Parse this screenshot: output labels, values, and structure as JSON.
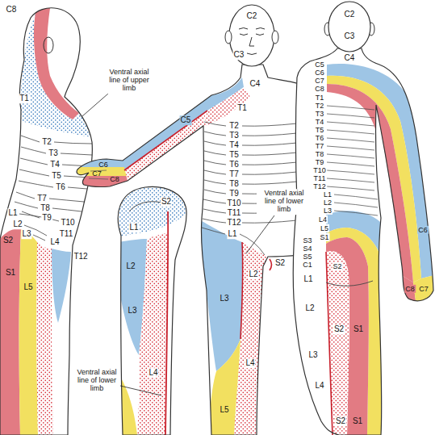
{
  "diagram": {
    "labels": [
      "C8",
      "T1",
      "T2",
      "T3",
      "T4",
      "T5",
      "T6",
      "T7",
      "T8",
      "T9",
      "T10",
      "T11",
      "L1",
      "L2",
      "L3",
      "L4",
      "T12",
      "S2",
      "S1",
      "L5",
      "C6",
      "C7",
      "C8",
      "Ventral axial line of upper limb",
      "L1",
      "S2",
      "L2",
      "L3",
      "L4",
      "Ventral axial line of lower limb",
      "C2",
      "C3",
      "C4",
      "C5",
      "T1",
      "T2",
      "T3",
      "T4",
      "T5",
      "T6",
      "T7",
      "T8",
      "T9",
      "T10",
      "T11",
      "T12",
      "L1",
      "L2",
      "S2",
      "L3",
      "L4",
      "L5",
      "Ventral axial line of lower limb",
      "C2",
      "C3",
      "C4",
      "C5",
      "C6",
      "C7",
      "C8",
      "T1",
      "T2",
      "T3",
      "T4",
      "T5",
      "T6",
      "T7",
      "T8",
      "T9",
      "T10",
      "T11",
      "T12",
      "L1",
      "L2",
      "L3",
      "L4",
      "L5",
      "S1",
      "S3",
      "S4",
      "S5",
      "C1",
      "S2",
      "L1",
      "L2",
      "S2",
      "S1",
      "L3",
      "L4",
      "S2",
      "S1",
      "C6",
      "C8",
      "C7"
    ]
  }
}
